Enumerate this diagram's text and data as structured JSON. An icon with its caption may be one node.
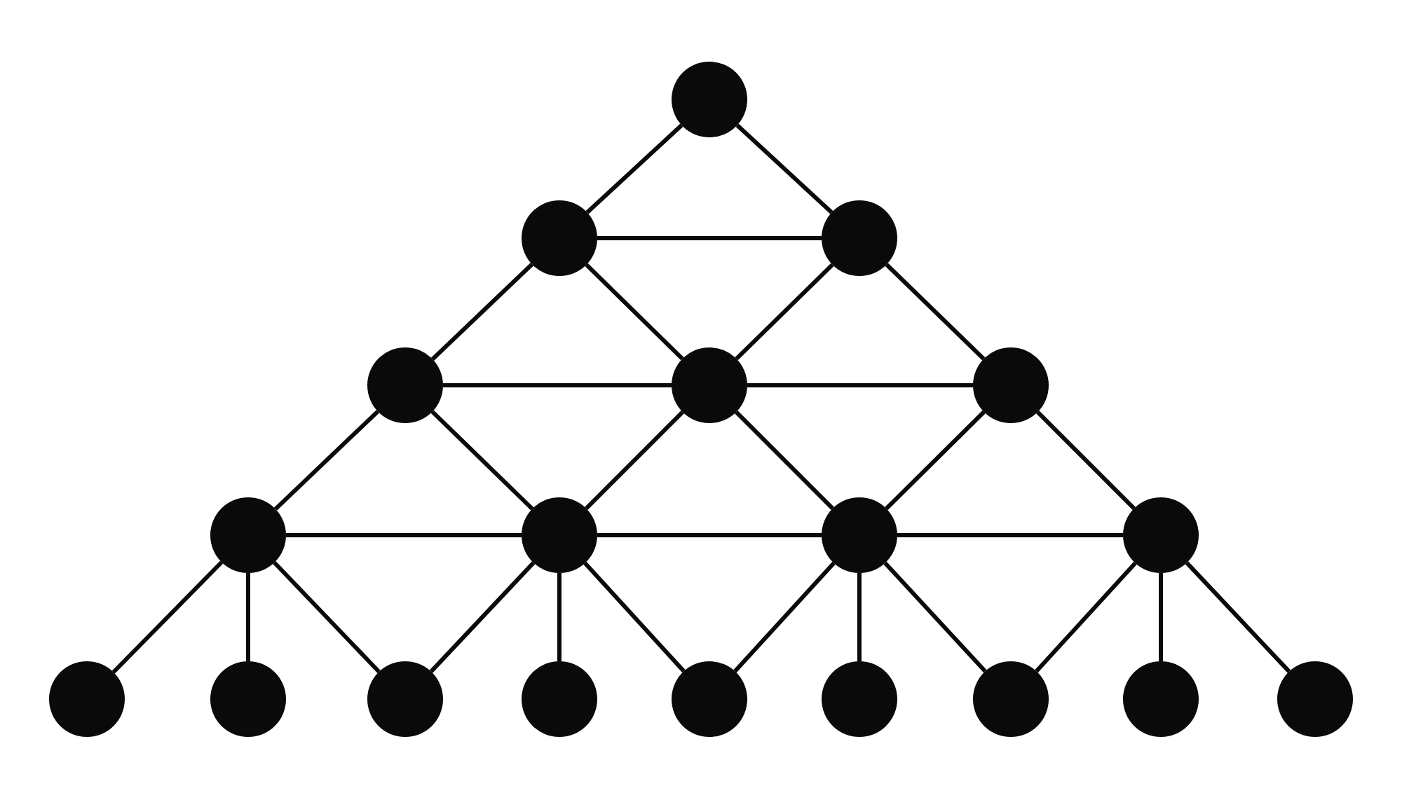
{
  "diagram": {
    "nodes": [
      {
        "text": [],
        "shape": "circle"
      },
      {
        "text": [],
        "shape": "circle"
      },
      {
        "text": [],
        "shape": "circle"
      },
      {
        "text": [],
        "shape": "circle"
      },
      {
        "text": [],
        "shape": "circle"
      },
      {
        "text": [],
        "shape": "circle"
      },
      {
        "text": [],
        "shape": "circle"
      },
      {
        "text": [],
        "shape": "circle"
      },
      {
        "text": [],
        "shape": "circle"
      },
      {
        "text": [],
        "shape": "circle"
      },
      {
        "text": [],
        "shape": "circle"
      },
      {
        "text": [],
        "shape": "circle"
      },
      {
        "text": [],
        "shape": "circle"
      },
      {
        "text": [],
        "shape": "circle"
      },
      {
        "text": [],
        "shape": "circle"
      },
      {
        "text": [],
        "shape": "circle"
      },
      {
        "text": [],
        "shape": "circle"
      },
      {
        "text": [],
        "shape": "circle"
      },
      {
        "text": [],
        "shape": "circle"
      }
    ],
    "edges": [
      {
        "from": 0,
        "to": 1,
        "arrow": "none"
      },
      {
        "from": 0,
        "to": 2,
        "arrow": "none"
      },
      {
        "from": 1,
        "to": 2,
        "arrow": "none"
      },
      {
        "from": 1,
        "to": 3,
        "arrow": "none"
      },
      {
        "from": 1,
        "to": 4,
        "arrow": "none"
      },
      {
        "from": 2,
        "to": 4,
        "arrow": "none"
      },
      {
        "from": 2,
        "to": 5,
        "arrow": "none"
      },
      {
        "from": 3,
        "to": 4,
        "arrow": "none"
      },
      {
        "from": 4,
        "to": 5,
        "arrow": "none"
      },
      {
        "from": 3,
        "to": 6,
        "arrow": "none"
      },
      {
        "from": 3,
        "to": 7,
        "arrow": "none"
      },
      {
        "from": 4,
        "to": 7,
        "arrow": "none"
      },
      {
        "from": 4,
        "to": 8,
        "arrow": "none"
      },
      {
        "from": 5,
        "to": 8,
        "arrow": "none"
      },
      {
        "from": 5,
        "to": 9,
        "arrow": "none"
      },
      {
        "from": 6,
        "to": 7,
        "arrow": "none"
      },
      {
        "from": 7,
        "to": 8,
        "arrow": "none"
      },
      {
        "from": 8,
        "to": 9,
        "arrow": "none"
      },
      {
        "from": 6,
        "to": 10,
        "arrow": "none"
      },
      {
        "from": 6,
        "to": 11,
        "arrow": "none"
      },
      {
        "from": 6,
        "to": 12,
        "arrow": "none"
      },
      {
        "from": 7,
        "to": 12,
        "arrow": "none"
      },
      {
        "from": 7,
        "to": 13,
        "arrow": "none"
      },
      {
        "from": 7,
        "to": 14,
        "arrow": "none"
      },
      {
        "from": 8,
        "to": 14,
        "arrow": "none"
      },
      {
        "from": 8,
        "to": 15,
        "arrow": "none"
      },
      {
        "from": 8,
        "to": 16,
        "arrow": "none"
      },
      {
        "from": 9,
        "to": 16,
        "arrow": "none"
      },
      {
        "from": 9,
        "to": 17,
        "arrow": "none"
      },
      {
        "from": 9,
        "to": 18,
        "arrow": "none"
      }
    ]
  }
}
